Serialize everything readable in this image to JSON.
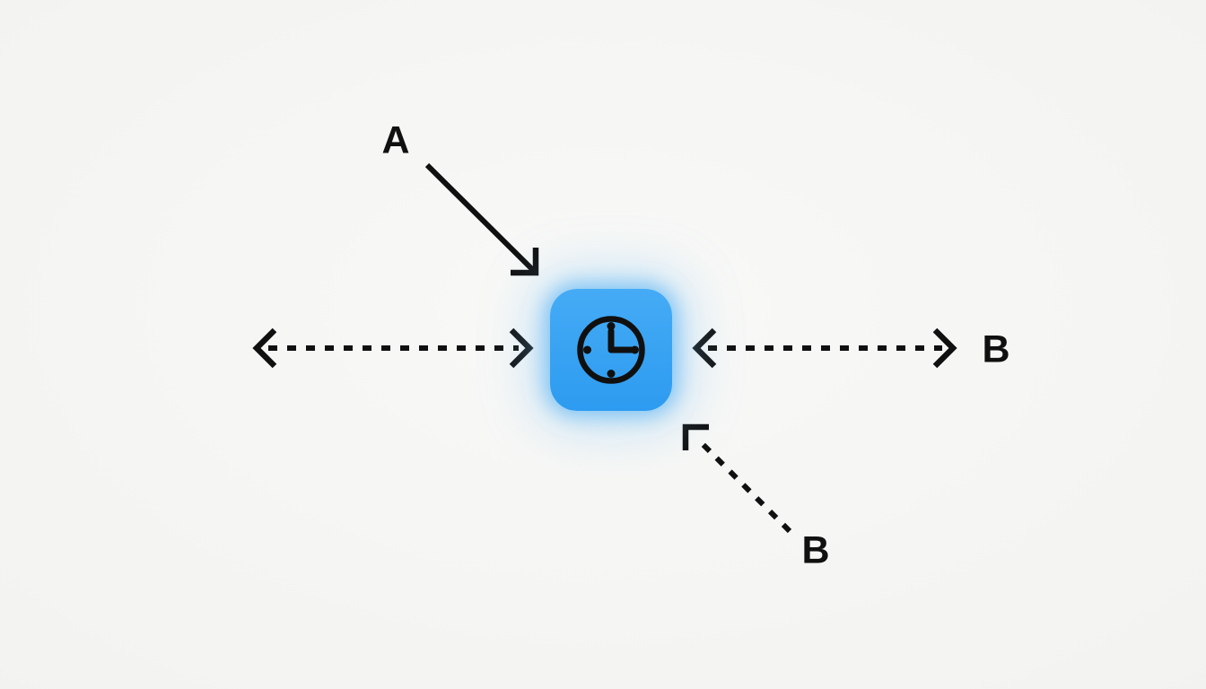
{
  "diagram": {
    "labels": {
      "a": "A",
      "b_right": "B",
      "b_bottom": "B"
    },
    "icons": {
      "center": "clock-icon"
    },
    "colors": {
      "bg": "#f5f5f3",
      "ink": "#101010",
      "icon_top": "#45abf5",
      "icon_bottom": "#2d9bf0",
      "glow_strong": "#3fa7f28f",
      "glow_soft": "#7ec6f75c"
    }
  }
}
